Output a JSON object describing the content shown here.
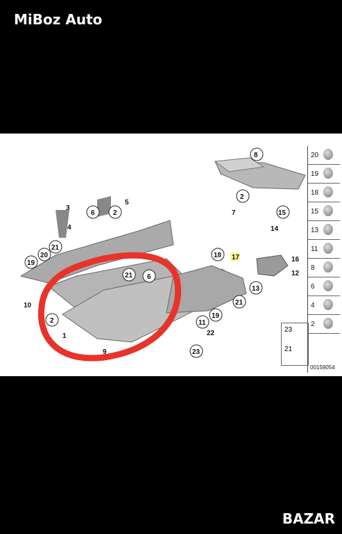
{
  "header": {
    "title": "MiBoz Auto"
  },
  "diagram": {
    "callouts": [
      "8",
      "2",
      "7",
      "15",
      "14",
      "5",
      "6",
      "2",
      "3",
      "4",
      "21",
      "19",
      "20",
      "10",
      "2",
      "1",
      "21",
      "6",
      "9",
      "18",
      "17",
      "16",
      "12",
      "13",
      "11",
      "19",
      "21",
      "22",
      "23"
    ],
    "side_items": [
      "20",
      "19",
      "18",
      "15",
      "13",
      "11",
      "8",
      "6",
      "4",
      "2"
    ],
    "bottom_items": [
      "23",
      "21"
    ],
    "catalog_number": "00159054"
  },
  "watermark": {
    "text": "BAZAR"
  }
}
